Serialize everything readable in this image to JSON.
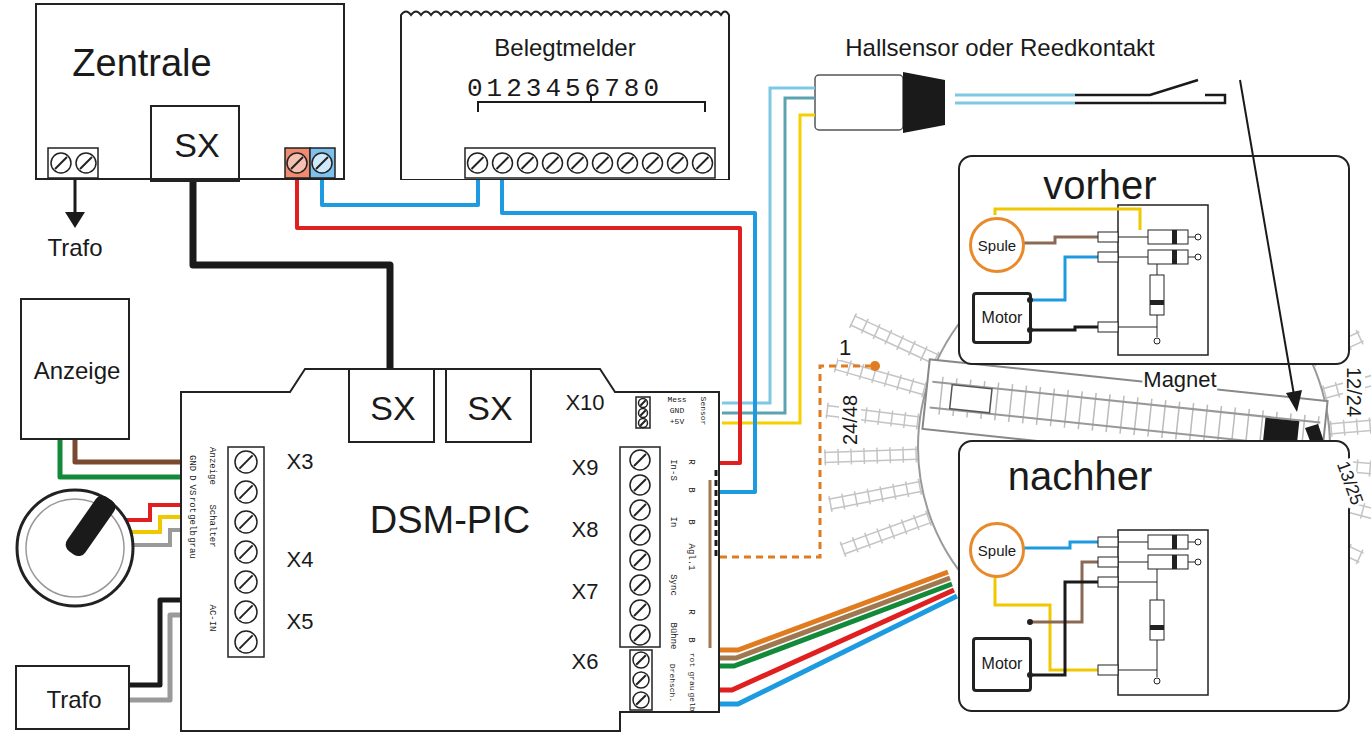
{
  "diagram": {
    "nodes": [
      {
        "text": [
          "Zentrale"
        ]
      },
      {
        "text": [
          "SX"
        ],
        "in": 0
      },
      {
        "text": [
          "Belegtmelder",
          "0123456780"
        ]
      },
      {
        "text": [
          "Anzeige"
        ]
      },
      {
        "text": [
          "DSM-PIC"
        ]
      },
      {
        "text": [
          "SX"
        ],
        "in": 4
      },
      {
        "text": [
          "SX"
        ],
        "in": 4
      },
      {
        "text": [
          "Trafo"
        ]
      },
      {
        "text": [
          "vorher"
        ]
      },
      {
        "text": [
          "Spule"
        ],
        "in": 8
      },
      {
        "text": [
          "Motor"
        ],
        "in": 8
      },
      {
        "text": [
          "nachher"
        ]
      },
      {
        "text": [
          "Spule"
        ],
        "in": 11
      },
      {
        "text": [
          "Motor"
        ],
        "in": 11
      }
    ],
    "edges": [
      {
        "from": 1,
        "to": 5,
        "arrow": "none"
      },
      {
        "from": 0,
        "to": 2,
        "arrow": "none"
      },
      {
        "from": 0,
        "to": 4,
        "arrow": "none"
      },
      {
        "from": 2,
        "to": 4,
        "arrow": "none"
      },
      {
        "from": 3,
        "to": 4,
        "arrow": "none"
      },
      {
        "from": 7,
        "to": 4,
        "arrow": "none"
      }
    ],
    "labels": [
      "Trafo",
      "Hallsensor oder Reedkontakt",
      "Magnet",
      "1",
      "24/48",
      "12/24",
      "13/25",
      "X3",
      "X4",
      "X5",
      "X10",
      "X9",
      "X8",
      "X7",
      "X6",
      "GND",
      "D",
      "VS",
      "rot",
      "gelb",
      "grau",
      "Anzeige",
      "Schalter",
      "AC-IN",
      "Mess",
      "GND",
      "+5V",
      "Sensor",
      "In-S",
      "R",
      "B",
      "In",
      "B",
      "Agl.1",
      "Sync",
      "Bühne",
      "R",
      "B",
      "Drehsch.",
      "rot",
      "grau",
      "gelb"
    ]
  }
}
